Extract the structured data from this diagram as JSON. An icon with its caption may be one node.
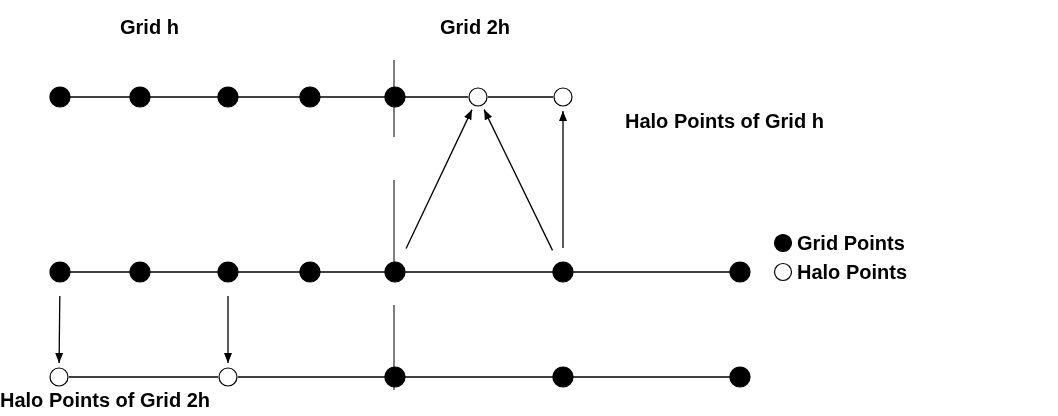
{
  "diagram": {
    "nodes": [
      {
        "text": [],
        "shape": "dot"
      },
      {
        "text": [],
        "shape": "dot"
      },
      {
        "text": [],
        "shape": "dot"
      },
      {
        "text": [],
        "shape": "dot"
      },
      {
        "text": [],
        "shape": "dot"
      },
      {
        "text": [],
        "shape": "circle"
      },
      {
        "text": [],
        "shape": "circle"
      },
      {
        "text": [],
        "shape": "dot"
      },
      {
        "text": [],
        "shape": "dot"
      },
      {
        "text": [],
        "shape": "dot"
      },
      {
        "text": [],
        "shape": "dot"
      },
      {
        "text": [],
        "shape": "dot"
      },
      {
        "text": [],
        "shape": "dot"
      },
      {
        "text": [],
        "shape": "dot"
      },
      {
        "text": [],
        "shape": "circle"
      },
      {
        "text": [],
        "shape": "circle"
      },
      {
        "text": [],
        "shape": "dot"
      },
      {
        "text": [],
        "shape": "dot"
      },
      {
        "text": [],
        "shape": "dot"
      }
    ],
    "edges": [
      {
        "from": 0,
        "to": 1,
        "arrow": "none"
      },
      {
        "from": 1,
        "to": 2,
        "arrow": "none"
      },
      {
        "from": 2,
        "to": 3,
        "arrow": "none"
      },
      {
        "from": 3,
        "to": 4,
        "arrow": "none"
      },
      {
        "from": 4,
        "to": 5,
        "arrow": "none"
      },
      {
        "from": 5,
        "to": 6,
        "arrow": "none"
      },
      {
        "from": 7,
        "to": 8,
        "arrow": "none"
      },
      {
        "from": 8,
        "to": 9,
        "arrow": "none"
      },
      {
        "from": 9,
        "to": 10,
        "arrow": "none"
      },
      {
        "from": 10,
        "to": 11,
        "arrow": "none"
      },
      {
        "from": 11,
        "to": 12,
        "arrow": "none"
      },
      {
        "from": 12,
        "to": 13,
        "arrow": "none"
      },
      {
        "from": 14,
        "to": 15,
        "arrow": "none"
      },
      {
        "from": 15,
        "to": 16,
        "arrow": "none"
      },
      {
        "from": 16,
        "to": 17,
        "arrow": "none"
      },
      {
        "from": 17,
        "to": 18,
        "arrow": "none"
      },
      {
        "from": 11,
        "to": 5,
        "arrow": "to"
      },
      {
        "from": 12,
        "to": 5,
        "arrow": "to"
      },
      {
        "from": 12,
        "to": 6,
        "arrow": "to"
      },
      {
        "from": 7,
        "to": 14,
        "arrow": "to"
      },
      {
        "from": 9,
        "to": 15,
        "arrow": "to"
      }
    ],
    "labels": [
      "Grid h",
      "Grid 2h",
      "Halo Points of Grid h",
      "Halo Points of Grid 2h"
    ],
    "legend": [
      {
        "text": "Grid Points"
      },
      {
        "text": "Halo Points"
      }
    ]
  }
}
